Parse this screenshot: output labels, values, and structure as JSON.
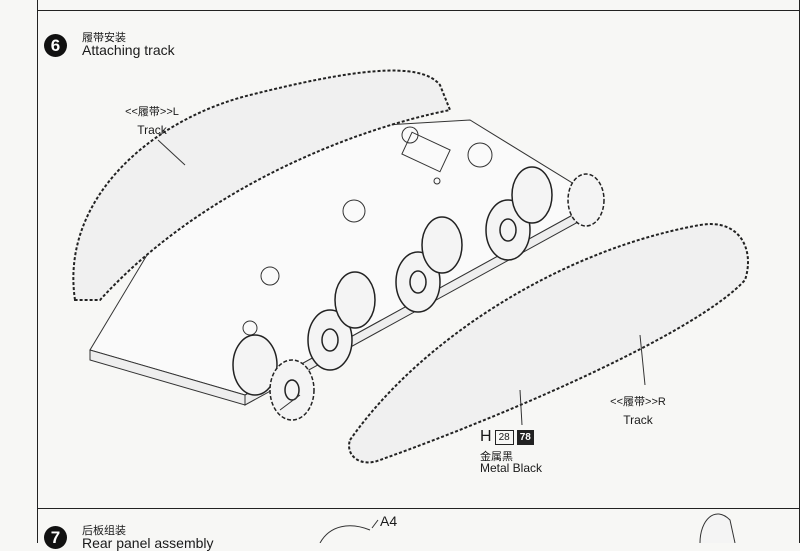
{
  "step6": {
    "number": "6",
    "title_cn": "履带安装",
    "title_en": "Attaching track"
  },
  "left_track": {
    "cn": "<<履带>>L",
    "en": "Track"
  },
  "right_track": {
    "cn": "<<履带>>R",
    "en": "Track"
  },
  "paint": {
    "letter": "H",
    "code1": "28",
    "code2": "78",
    "cn": "金属黑",
    "en": "Metal Black"
  },
  "step7": {
    "number": "7",
    "title_cn": "后板组装",
    "title_en": "Rear panel assembly",
    "part": "A4"
  }
}
